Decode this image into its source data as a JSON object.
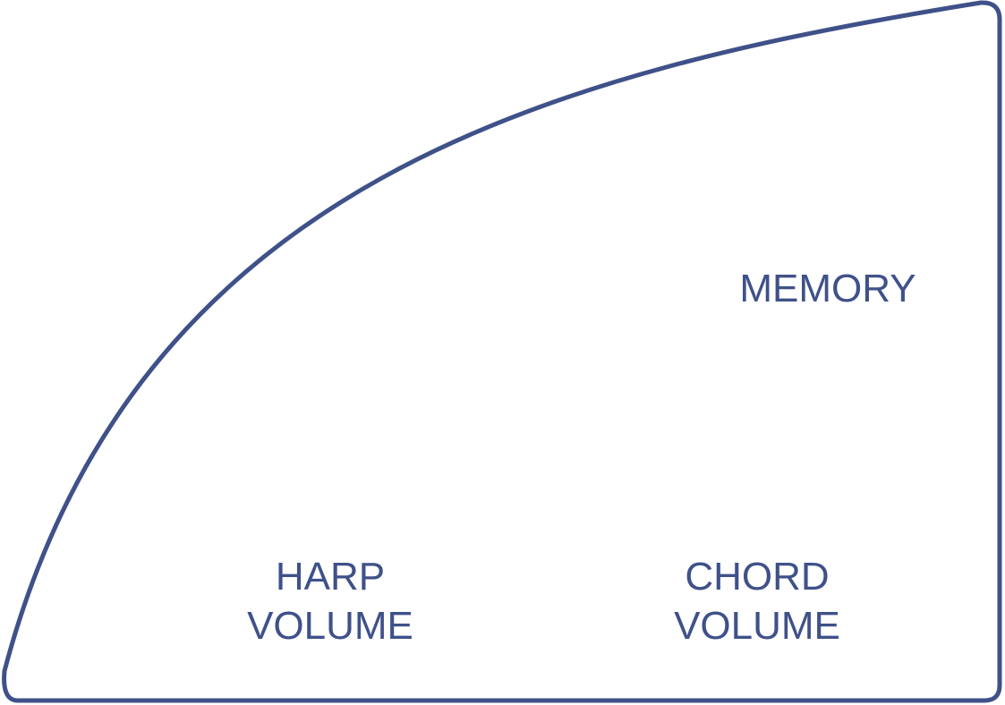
{
  "colors": {
    "outline": "#3f5189",
    "text": "#3f5189",
    "background": "#ffffff"
  },
  "labels": {
    "memory": "MEMORY",
    "harp_line1": "HARP",
    "harp_line2": "VOLUME",
    "chord_line1": "CHORD",
    "chord_line2": "VOLUME"
  }
}
